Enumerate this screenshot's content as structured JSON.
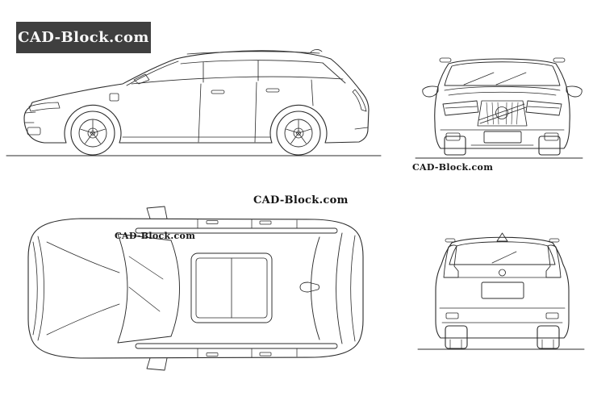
{
  "page": {
    "background": "#ffffff",
    "line_color": "#2b2b2b"
  },
  "logo": {
    "text": "CAD-Block.com",
    "background": "#3f3f3f",
    "text_color": "#f8f8f8"
  },
  "watermarks": {
    "front_view": "CAD-Block.com",
    "center": "CAD-Block.com",
    "top_view": "CAD-Block.com"
  }
}
